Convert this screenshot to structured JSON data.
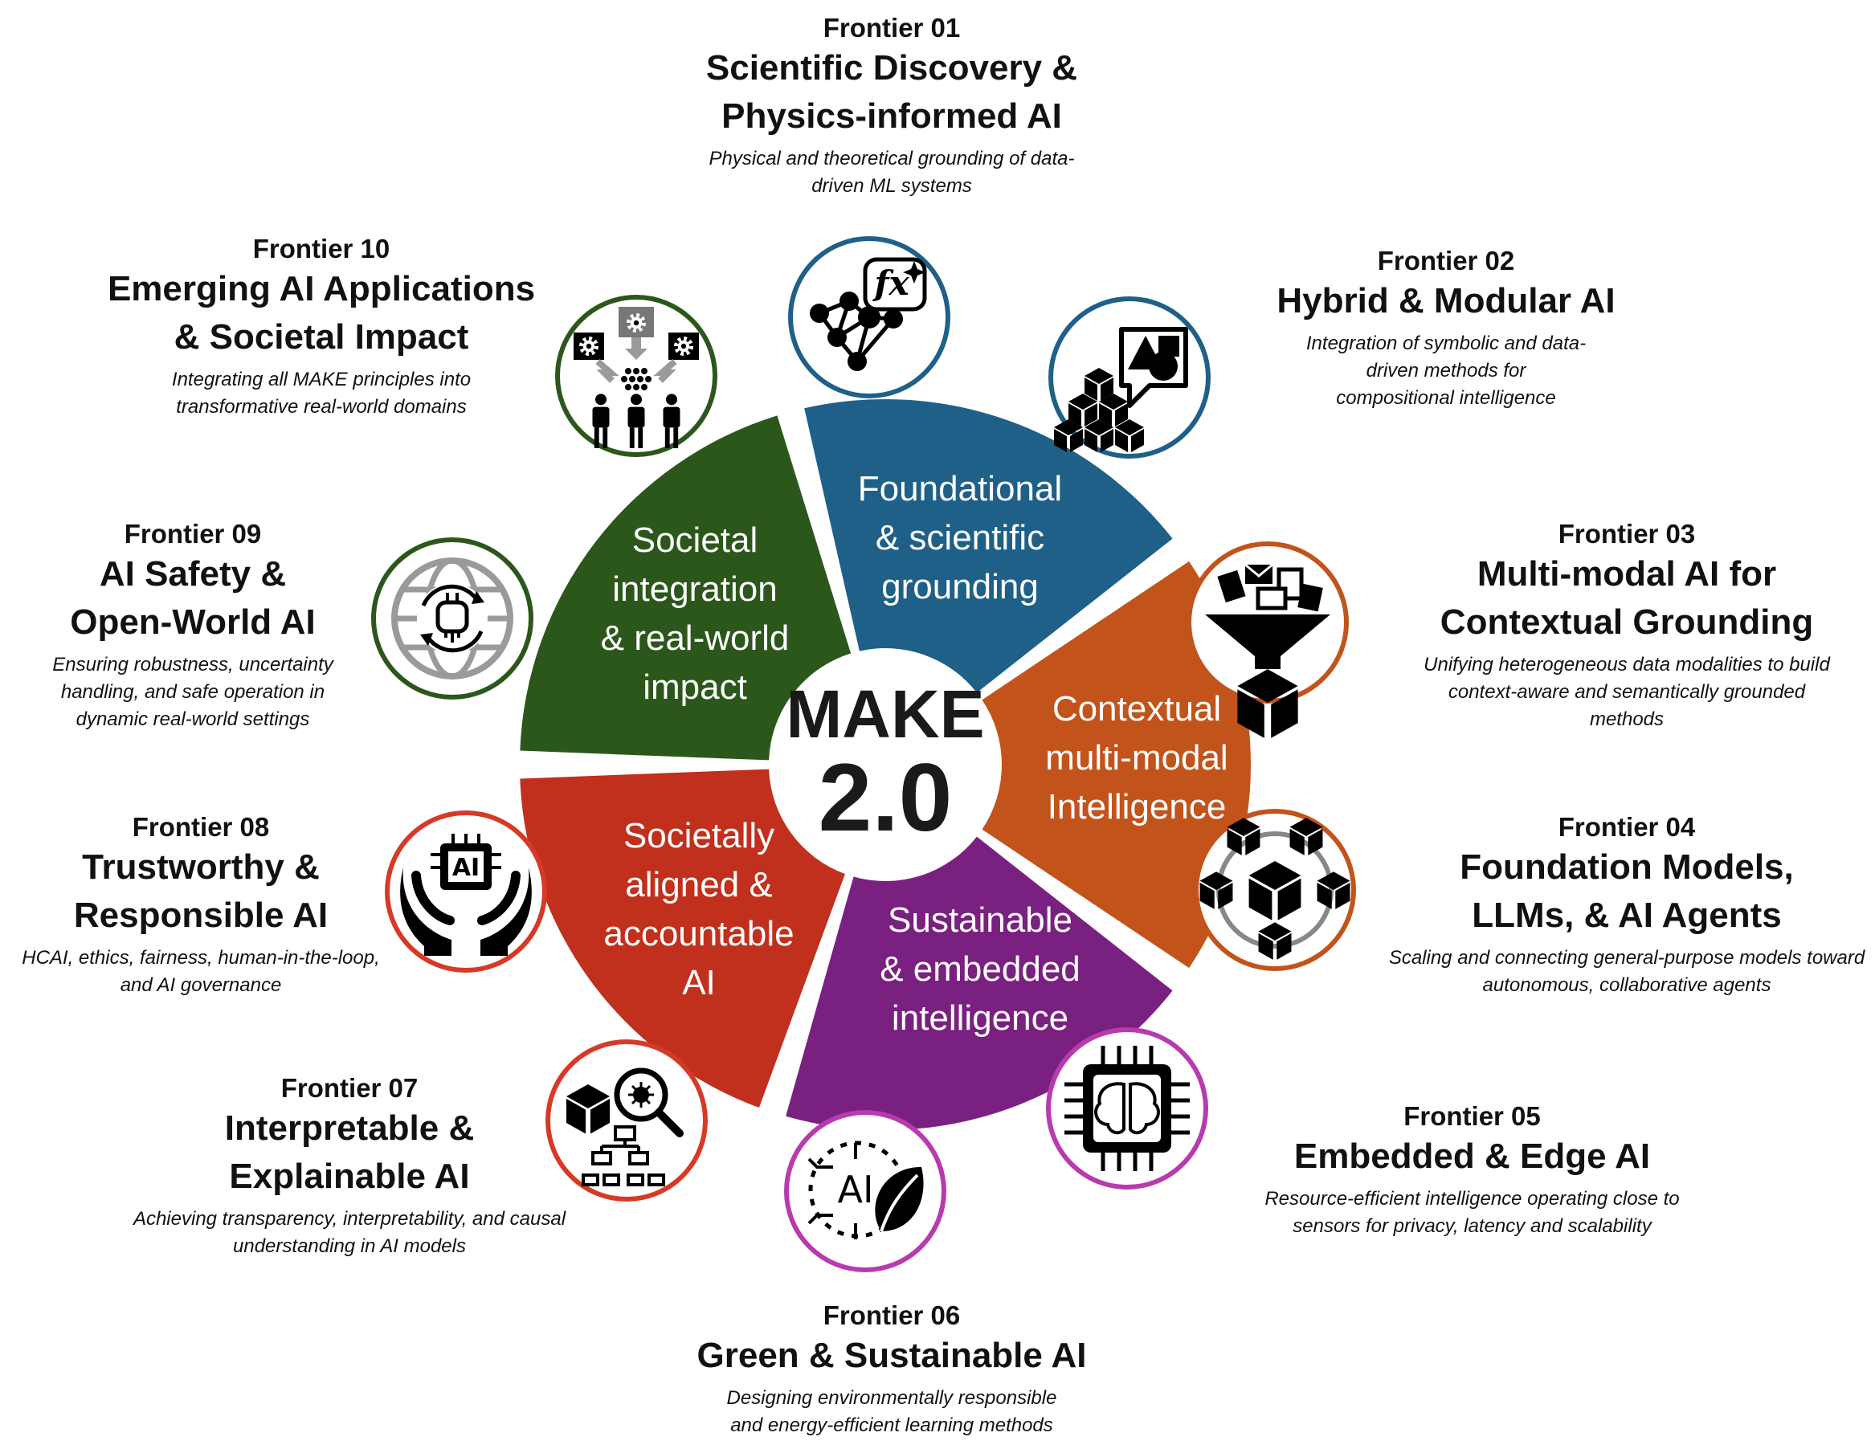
{
  "center": {
    "line1": "MAKE",
    "line2": "2.0"
  },
  "themes": [
    {
      "label": "Foundational\n& scientific\ngrounding",
      "color": "#1e6088"
    },
    {
      "label": "Contextual\nmulti-modal\nIntelligence",
      "color": "#c2541b"
    },
    {
      "label": "Sustainable\n& embedded\nintelligence",
      "color": "#7a2080"
    },
    {
      "label": "Societally\naligned &\naccountable\nAI",
      "color": "#c0301d"
    },
    {
      "label": "Societal\nintegration\n& real-world\nimpact",
      "color": "#2c571b"
    }
  ],
  "frontiers": [
    {
      "number": "Frontier 01",
      "title": "Scientific Discovery & Physics-informed AI",
      "description": "Physical and theoretical grounding of data-driven ML systems",
      "icon": "physics-network-icon",
      "ring_color": "#1e6088"
    },
    {
      "number": "Frontier 02",
      "title": "Hybrid & Modular AI",
      "description": "Integration of symbolic and data-driven methods for compositional intelligence",
      "icon": "modular-blocks-icon",
      "ring_color": "#1e6088"
    },
    {
      "number": "Frontier 03",
      "title": "Multi-modal AI for Contextual Grounding",
      "description": "Unifying heterogeneous data modalities to build context-aware and semantically grounded methods",
      "icon": "multimodal-funnel-icon",
      "ring_color": "#c2541b"
    },
    {
      "number": "Frontier 04",
      "title": "Foundation Models, LLMs, & AI Agents",
      "description": "Scaling and connecting general-purpose models toward autonomous, collaborative agents",
      "icon": "connected-cubes-icon",
      "ring_color": "#c2541b"
    },
    {
      "number": "Frontier 05",
      "title": "Embedded & Edge AI",
      "description": "Resource-efficient intelligence operating close to sensors for privacy, latency and scalability",
      "icon": "brain-chip-icon",
      "ring_color": "#b83aaf"
    },
    {
      "number": "Frontier 06",
      "title": "Green & Sustainable AI",
      "description": "Designing environmentally responsible and energy-efficient learning methods",
      "icon": "green-ai-leaf-icon",
      "ring_color": "#b83aaf"
    },
    {
      "number": "Frontier 07",
      "title": "Interpretable & Explainable AI",
      "description": "Achieving transparency, interpretability, and causal understanding in AI models",
      "icon": "explainable-search-icon",
      "ring_color": "#d63a26"
    },
    {
      "number": "Frontier 08",
      "title": "Trustworthy & Responsible AI",
      "description": "HCAI, ethics, fairness, human-in-the-loop, and AI governance",
      "icon": "ai-hands-icon",
      "ring_color": "#d63a26"
    },
    {
      "number": "Frontier 09",
      "title": "AI Safety & Open-World AI",
      "description": "Ensuring robustness, uncertainty handling, and safe operation in dynamic real-world settings",
      "icon": "globe-circuit-icon",
      "ring_color": "#2c571b"
    },
    {
      "number": "Frontier 10",
      "title": "Emerging AI Applications & Societal Impact",
      "description": "Integrating all MAKE principles into transformative real-world domains",
      "icon": "people-gears-icon",
      "ring_color": "#2c571b"
    }
  ]
}
